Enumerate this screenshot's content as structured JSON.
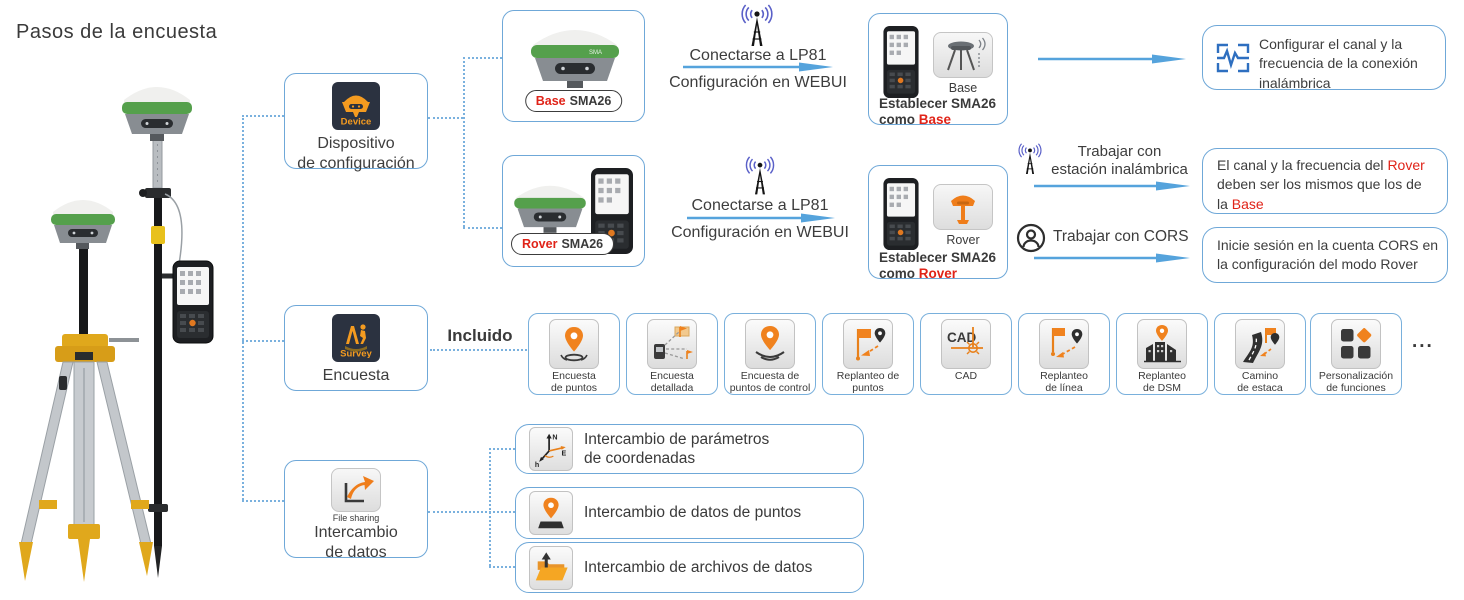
{
  "title": "Pasos de la encuesta",
  "colors": {
    "accent_blue": "#6fa8d8",
    "arrow_blue": "#55a3dc",
    "highlight_red": "#e02318",
    "brand_orange": "#f0821e",
    "icon_navy": "#2b3240",
    "receiver_green": "#55a04c"
  },
  "left_column": {
    "device_box": {
      "icon_label": "Device",
      "line1": "Dispositivo",
      "line2": "de configuración"
    },
    "survey_box": {
      "icon_label": "Survey",
      "label": "Encuesta"
    },
    "exchange_box": {
      "icon_label": "File sharing",
      "line1": "Intercambio",
      "line2": "de datos"
    }
  },
  "base_flow": {
    "device_tag": {
      "highlight": "Base",
      "model": "SMA26"
    },
    "connect": {
      "line1": "Conectarse a LP81",
      "line2": "Configuración en WEBUI"
    },
    "result": {
      "line1": "Establecer SMA26",
      "line2_prefix": "como",
      "line2_highlight": "Base",
      "tile_label": "Base"
    },
    "outcome": {
      "line1": "Configurar el canal y la",
      "line2": "frecuencia de la conexión",
      "line3": "inalámbrica"
    }
  },
  "rover_flow": {
    "device_tag": {
      "highlight": "Rover",
      "model": "SMA26"
    },
    "connect": {
      "line1": "Conectarse a LP81",
      "line2": "Configuración en WEBUI"
    },
    "result": {
      "line1": "Establecer SMA26",
      "line2_prefix": "como",
      "line2_highlight": "Rover",
      "tile_label": "Rover"
    },
    "wireless_branch": {
      "label_line1": "Trabajar con",
      "label_line2": "estación inalámbrica",
      "outcome": {
        "l1a": "El canal y la frecuencia del",
        "l1b": "Rover",
        "l2": "deben ser los mismos que los de",
        "l3a": "la",
        "l3b": "Base"
      }
    },
    "cors_branch": {
      "label": "Trabajar con CORS",
      "outcome": {
        "line1": "Inicie sesión en la cuenta CORS en",
        "line2": "la configuración del modo Rover"
      }
    }
  },
  "included_label": "Incluido",
  "cad_icon_text": "CAD",
  "survey_tiles": [
    {
      "line1": "Encuesta",
      "line2": "de puntos"
    },
    {
      "line1": "Encuesta",
      "line2": "detallada"
    },
    {
      "line1": "Encuesta de",
      "line2": "puntos de control"
    },
    {
      "line1": "Replanteo de",
      "line2": "puntos"
    },
    {
      "line1": "CAD",
      "line2": ""
    },
    {
      "line1": "Replanteo",
      "line2": "de línea"
    },
    {
      "line1": "Replanteo",
      "line2": "de DSM"
    },
    {
      "line1": "Camino",
      "line2": "de estaca"
    },
    {
      "line1": "Personalización",
      "line2": "de funciones"
    }
  ],
  "more_indicator": "...",
  "exchange_items": [
    {
      "line1": "Intercambio de parámetros",
      "line2": "de coordenadas"
    },
    {
      "line1": "Intercambio de datos de puntos",
      "line2": ""
    },
    {
      "line1": "Intercambio de archivos de datos",
      "line2": ""
    }
  ]
}
